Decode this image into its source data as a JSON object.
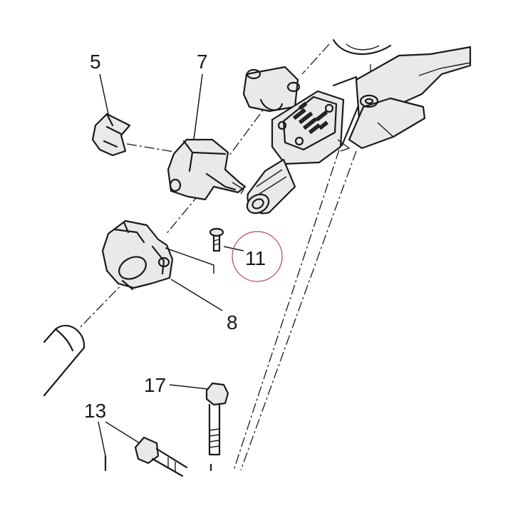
{
  "callouts": [
    {
      "id": "5",
      "label": "5"
    },
    {
      "id": "7",
      "label": "7"
    },
    {
      "id": "11",
      "label": "11"
    },
    {
      "id": "8",
      "label": "8"
    },
    {
      "id": "17",
      "label": "17"
    },
    {
      "id": "13",
      "label": "13"
    }
  ],
  "highlighted_callout": "11",
  "colors": {
    "line": "#1a1a1a",
    "part_fill": "#e9e9e9",
    "highlight_circle": "#b5485a",
    "background": "#ffffff"
  }
}
